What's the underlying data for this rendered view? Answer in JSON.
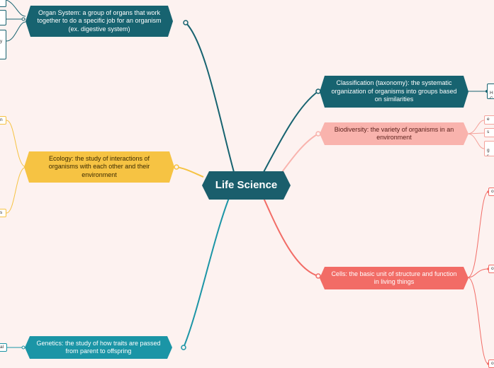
{
  "central": {
    "label": "Life Science"
  },
  "topics": {
    "organ_system": {
      "label": "Organ System: a group of organs that work together to do a specific job for an organism (ex. digestive system)"
    },
    "classification": {
      "label": "Classification (taxonomy): the systematic organization of organisms into groups based on similarities"
    },
    "biodiversity": {
      "label": "Biodiversity: the variety of organisms in an environment"
    },
    "ecology": {
      "label": "Ecology: the study of interactions of organisms with each other and their environment"
    },
    "cells": {
      "label": "Cells: the basic unit of structure and function in living things"
    },
    "genetics": {
      "label": "Genetics: the study of how traits are passed from parent to offspring"
    }
  },
  "leaves": {
    "organ_1": "",
    "organ_2": "",
    "organ_3": "y",
    "classification_1": "H\nC",
    "biodiversity_1": "e",
    "biodiversity_2": "s",
    "biodiversity_3": "g\ns",
    "ecology_1": "n",
    "ecology_2": "s",
    "cells_1": "o",
    "cells_2": "o",
    "cells_3": "o",
    "genetics_1": "al"
  },
  "colors": {
    "background": "#fdf2f0",
    "central": "#1a5e6c",
    "teal": "#176370",
    "orange": "#f6c343",
    "pink": "#f9b3ad",
    "coral": "#f26c66",
    "cyan": "#1b95a6"
  }
}
